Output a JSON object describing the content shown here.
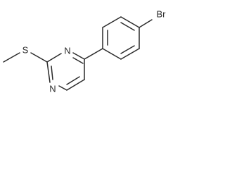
{
  "molecule": {
    "atoms": {
      "sulfur": "S",
      "nitrogen_upper": "N",
      "nitrogen_lower": "N",
      "bromine": "Br"
    }
  },
  "colors": {
    "bond": "#2a2a2a",
    "label": "#2a2a2a",
    "background": "#ffffff"
  }
}
